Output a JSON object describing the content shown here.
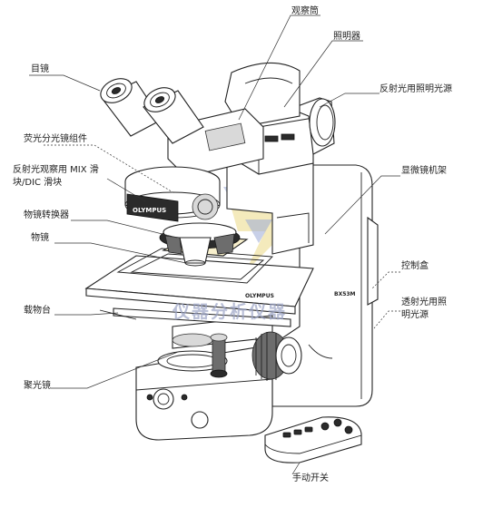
{
  "labels": {
    "observation_tube": "观察筒",
    "illuminator": "照明器",
    "reflected_light_source": "反射光用照明光源",
    "eyepiece": "目镜",
    "fluorescence_cube": "荧光分光镜组件",
    "mix_slider_line1": "反射光观察用 MIX 滑",
    "mix_slider_line2": "块/DIC 滑块",
    "microscope_frame": "显微镜机架",
    "nosepiece": "物镜转换器",
    "objective": "物镜",
    "control_box": "控制盒",
    "stage": "载物台",
    "transmitted_light_line1": "透射光用照",
    "transmitted_light_line2": "明光源",
    "condenser": "聚光镜",
    "hand_switch": "手动开关"
  },
  "markings": {
    "brand_front": "OLYMPUS",
    "brand_side": "OLYMPUS",
    "model": "BX53M"
  },
  "watermark": {
    "text": "仪器分析仪器"
  },
  "colors": {
    "watermark_yellow": "#f0e3a6",
    "watermark_blue": "#9aa9d6"
  }
}
